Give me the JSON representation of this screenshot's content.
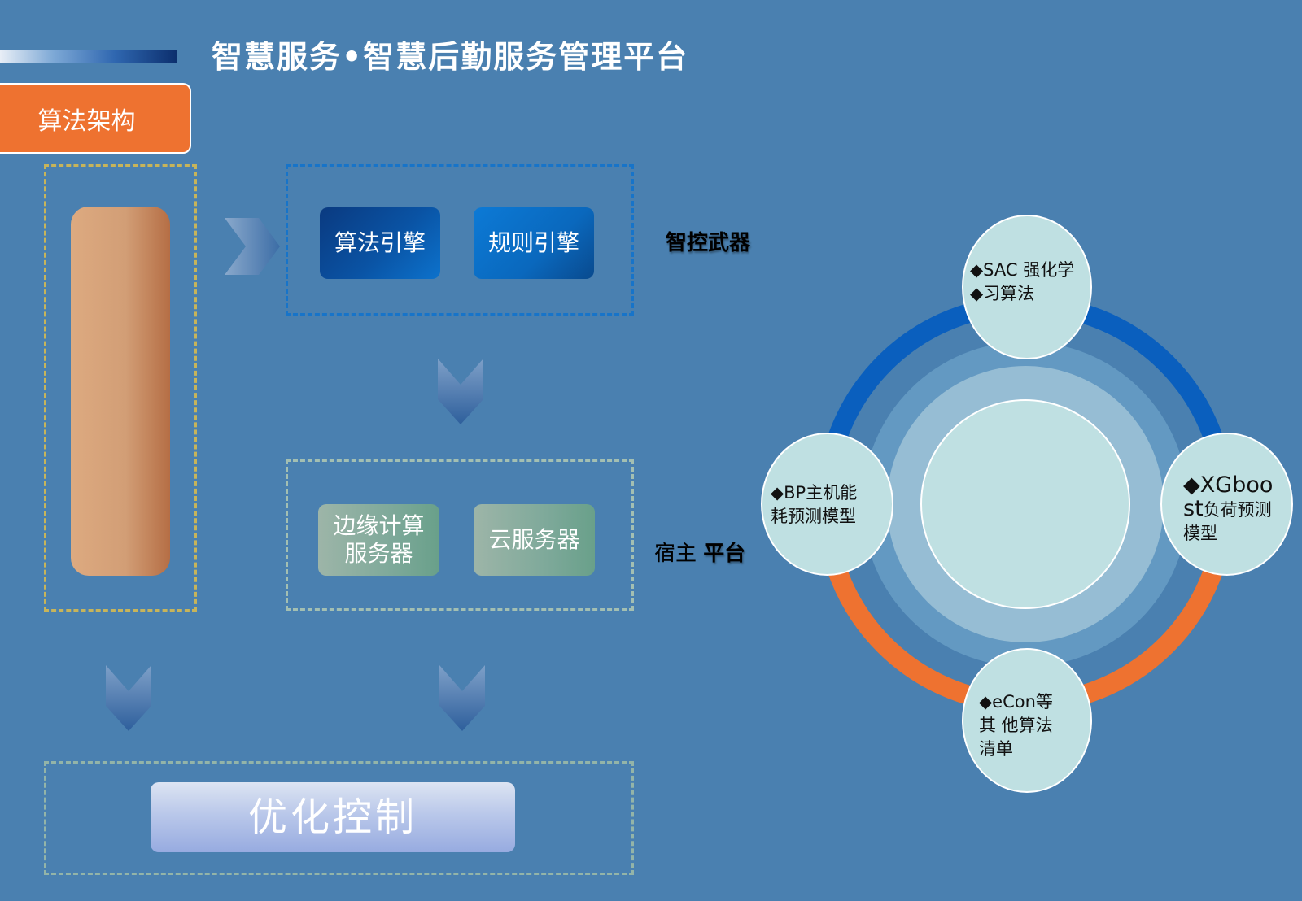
{
  "header": {
    "title": "智慧服务•智慧后勤服务管理平台",
    "section_tab": "算法架构"
  },
  "flow": {
    "algo_engine": "算法引擎",
    "rule_engine": "规则引擎",
    "label_control": "智控武器",
    "edge_server": "边缘计算服务器",
    "cloud_server": "云服务器",
    "label_host_a": "宿主",
    "label_host_b": "平台",
    "optimize": "优化控制"
  },
  "cycle": {
    "top_line1": "◆SAC 强化学",
    "top_line2": "◆习算法",
    "left_line1": "◆BP主机能",
    "left_line2": "耗预测模型",
    "right_line1": "◆XGboo",
    "right_line2a": "st",
    "right_line2b": "负荷预测",
    "right_line3": "模型",
    "bottom_line1": "◆eCon等",
    "bottom_line2": "其 他算法",
    "bottom_line3": "清单"
  },
  "colors": {
    "background": "#4a80b0",
    "accent_orange": "#ee7230",
    "ring_blue": "#0a5fbe",
    "circle_fill": "#bfe0e2"
  },
  "icons": [
    "chevron-right-icon",
    "chevron-down-icon"
  ]
}
